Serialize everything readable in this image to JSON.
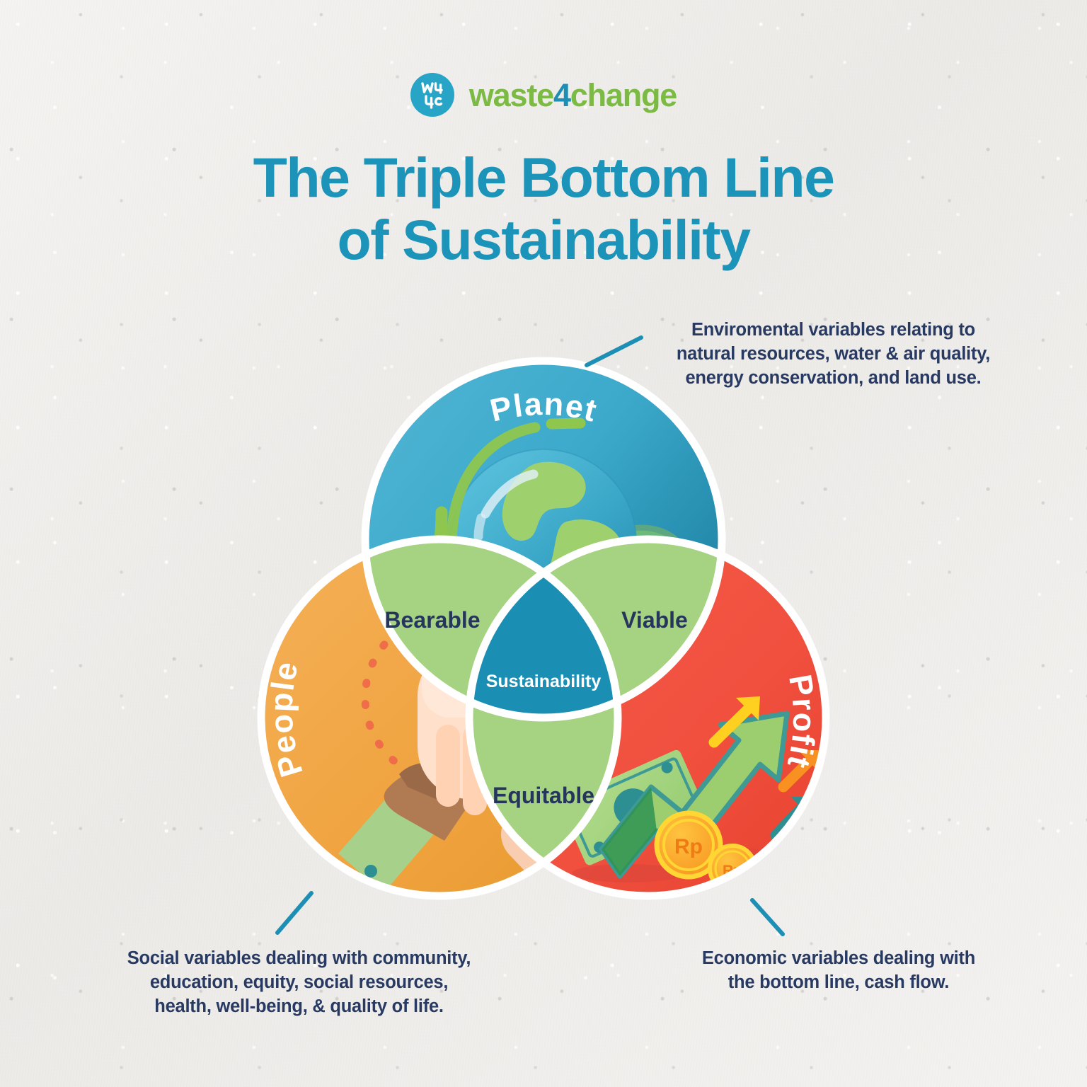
{
  "brand": {
    "monogram": "W4C",
    "word_part1": "waste",
    "word_part2": "4",
    "word_part3": "change",
    "mark_color": "#27a4c6",
    "green": "#7cbb43",
    "blue": "#1d8fb4"
  },
  "title": {
    "line1": "The Triple Bottom Line",
    "line2": "of Sustainability",
    "color": "#1c93b8"
  },
  "venn": {
    "circles": [
      {
        "key": "planet",
        "label": "Planet",
        "color": "#3ca9cb",
        "color_dark": "#157f9f",
        "label_color": "#ffffff"
      },
      {
        "key": "people",
        "label": "People",
        "color": "#f2a845",
        "color_dark": "#eb9a32",
        "label_color": "#ffffff"
      },
      {
        "key": "profit",
        "label": "Profit",
        "color": "#f1503f",
        "color_dark": "#e8442f",
        "label_color": "#ffffff"
      }
    ],
    "overlaps": [
      {
        "key": "bearable",
        "label": "Bearable",
        "color": "#a5d382",
        "label_color": "#26355c"
      },
      {
        "key": "viable",
        "label": "Viable",
        "color": "#a5d382",
        "label_color": "#26355c"
      },
      {
        "key": "equitable",
        "label": "Equitable",
        "color": "#a5d382",
        "label_color": "#26355c"
      }
    ],
    "center": {
      "key": "sustainability",
      "label": "Sustainability",
      "color": "#1b8fb3",
      "label_color": "#ffffff"
    },
    "stroke_color": "#ffffff"
  },
  "notes": {
    "environmental": {
      "line1": "Enviromental variables relating to",
      "line2": "natural resources, water & air quality,",
      "line3": "energy conservation, and land use."
    },
    "social": {
      "line1": "Social variables dealing with community,",
      "line2": "education, equity, social resources,",
      "line3": "health, well-being, & quality of life."
    },
    "economic": {
      "line1": "Economic variables dealing with",
      "line2": "the bottom line, cash flow."
    },
    "text_color": "#283a62",
    "connector_color": "#1d8fb4"
  },
  "illustrations": {
    "planet": "globe-with-leaves-icon",
    "people": "three-hands-together-icon",
    "profit": "money-growth-arrow-icon",
    "coin_label": "Rp"
  },
  "background_color": "#f0efed"
}
